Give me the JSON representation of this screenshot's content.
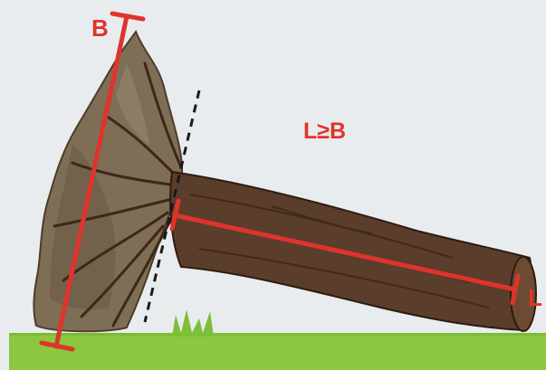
{
  "labels": {
    "b": "B",
    "l": "L",
    "formula": "L≥B"
  },
  "colors": {
    "background": "#e9ecee",
    "measure_red": "#e0332c",
    "grass": "#8cc83f",
    "grass_dark": "#6fae2c",
    "trunk": "#5a3d2b",
    "trunk_dark": "#3e2718",
    "roots": "#7d6b52",
    "dashed_line": "#1a1a1a"
  }
}
